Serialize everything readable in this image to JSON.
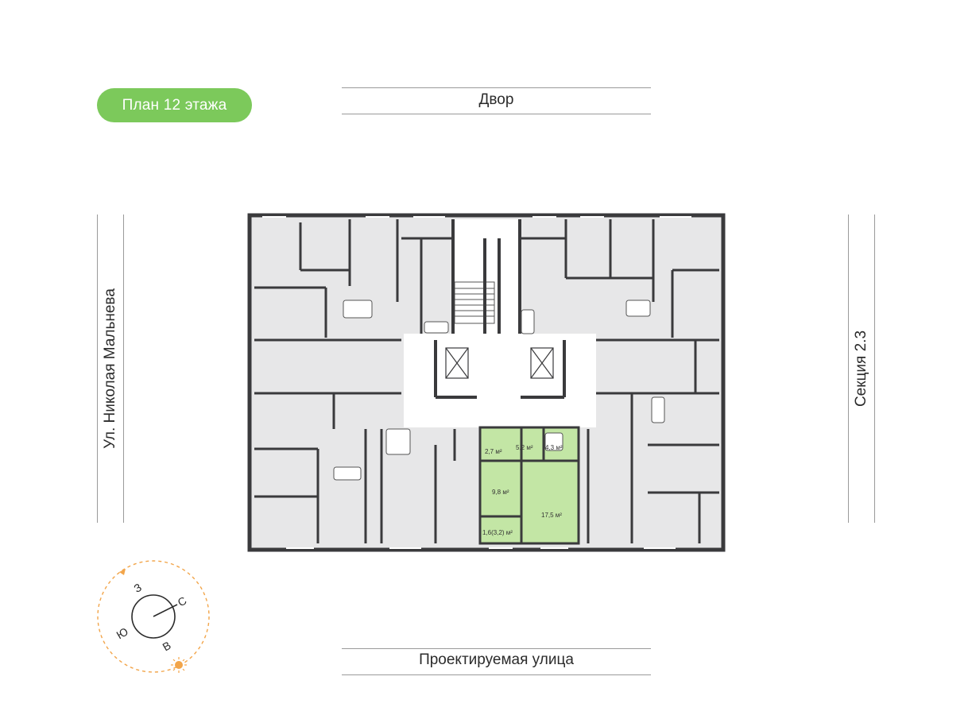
{
  "floor_badge": "План 12 этажа",
  "streets": {
    "top": "Двор",
    "bottom": "Проектируемая улица",
    "left": "Ул. Николая Мальнева",
    "right": "Секция 2.3"
  },
  "highlighted_apartment": {
    "rooms": [
      "2,7 м²",
      "5,2 м²",
      "4,3 м²",
      "9,8 м²",
      "17,5 м²",
      "1,6(3,2) м²"
    ]
  },
  "compass": {
    "north": "С",
    "south": "Ю",
    "west": "З",
    "east": "В"
  },
  "colors": {
    "accent": "#7cc95b",
    "highlight": "#c3e6a5",
    "room": "#e7e7e8",
    "wall": "#3a3a3c",
    "compass_arc": "#f2a54a"
  }
}
